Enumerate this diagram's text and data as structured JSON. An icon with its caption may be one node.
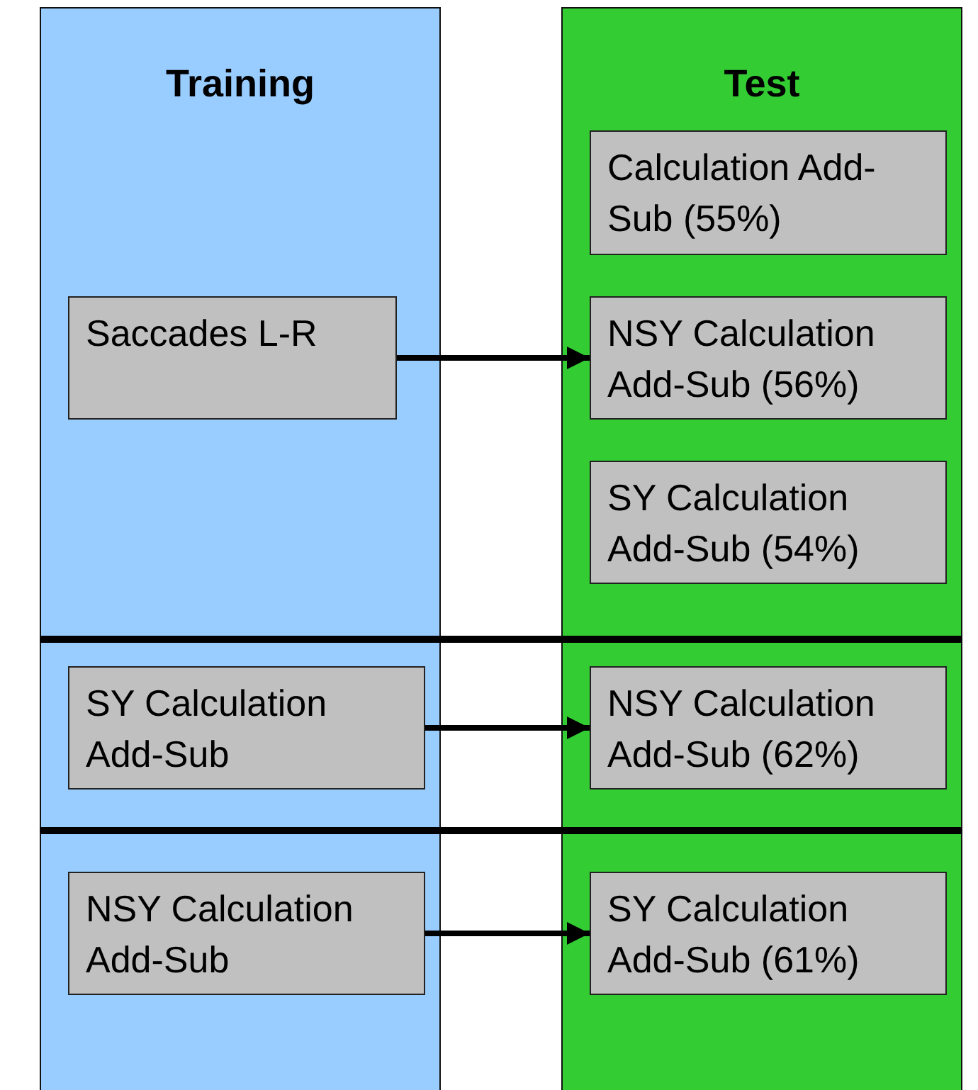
{
  "diagram": {
    "nodes": [
      {
        "text": [
          "Training"
        ]
      },
      {
        "text": [
          "Test"
        ]
      },
      {
        "text": [
          "Calculation Add-Sub (55%)"
        ],
        "in": 1
      },
      {
        "text": [
          "Saccades L-R"
        ],
        "in": 0
      },
      {
        "text": [
          "NSY Calculation Add-Sub (56%)"
        ],
        "in": 1
      },
      {
        "text": [
          "SY Calculation Add-Sub (54%)"
        ],
        "in": 1
      },
      {
        "text": [
          "SY Calculation Add-Sub"
        ],
        "in": 0
      },
      {
        "text": [
          "NSY Calculation Add-Sub (62%)"
        ],
        "in": 1
      },
      {
        "text": [
          "NSY Calculation Add-Sub"
        ],
        "in": 0
      },
      {
        "text": [
          "SY Calculation Add-Sub (61%)"
        ],
        "in": 1
      }
    ],
    "edges": [
      {
        "from": 3,
        "to": 4,
        "arrow": "to"
      },
      {
        "from": 6,
        "to": 7,
        "arrow": "to"
      },
      {
        "from": 8,
        "to": 9,
        "arrow": "to"
      }
    ]
  }
}
